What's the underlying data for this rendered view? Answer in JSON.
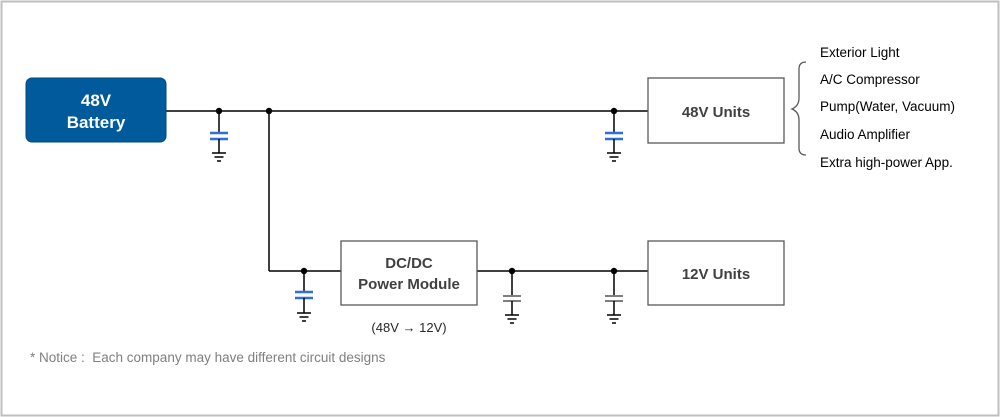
{
  "battery": {
    "line1": "48V",
    "line2": "Battery"
  },
  "units48": {
    "label": "48V Units"
  },
  "units12": {
    "label": "12V Units"
  },
  "dcdc": {
    "line1": "DC/DC",
    "line2": "Power Module",
    "note": "(48V → 12V)"
  },
  "loads": [
    "Exterior Light",
    "A/C Compressor",
    "Pump(Water, Vacuum)",
    "Audio Amplifier",
    "Extra high-power App."
  ],
  "notice": "* Notice :  Each company may have different circuit designs",
  "colors": {
    "battery_fill": "#005a9c",
    "capacitor_blue": "#2f6fd6",
    "capacitor_gray": "#7f7f7f",
    "wire": "#000000",
    "frame": "#bfbfbf",
    "notice_text": "#7f7f7f"
  }
}
